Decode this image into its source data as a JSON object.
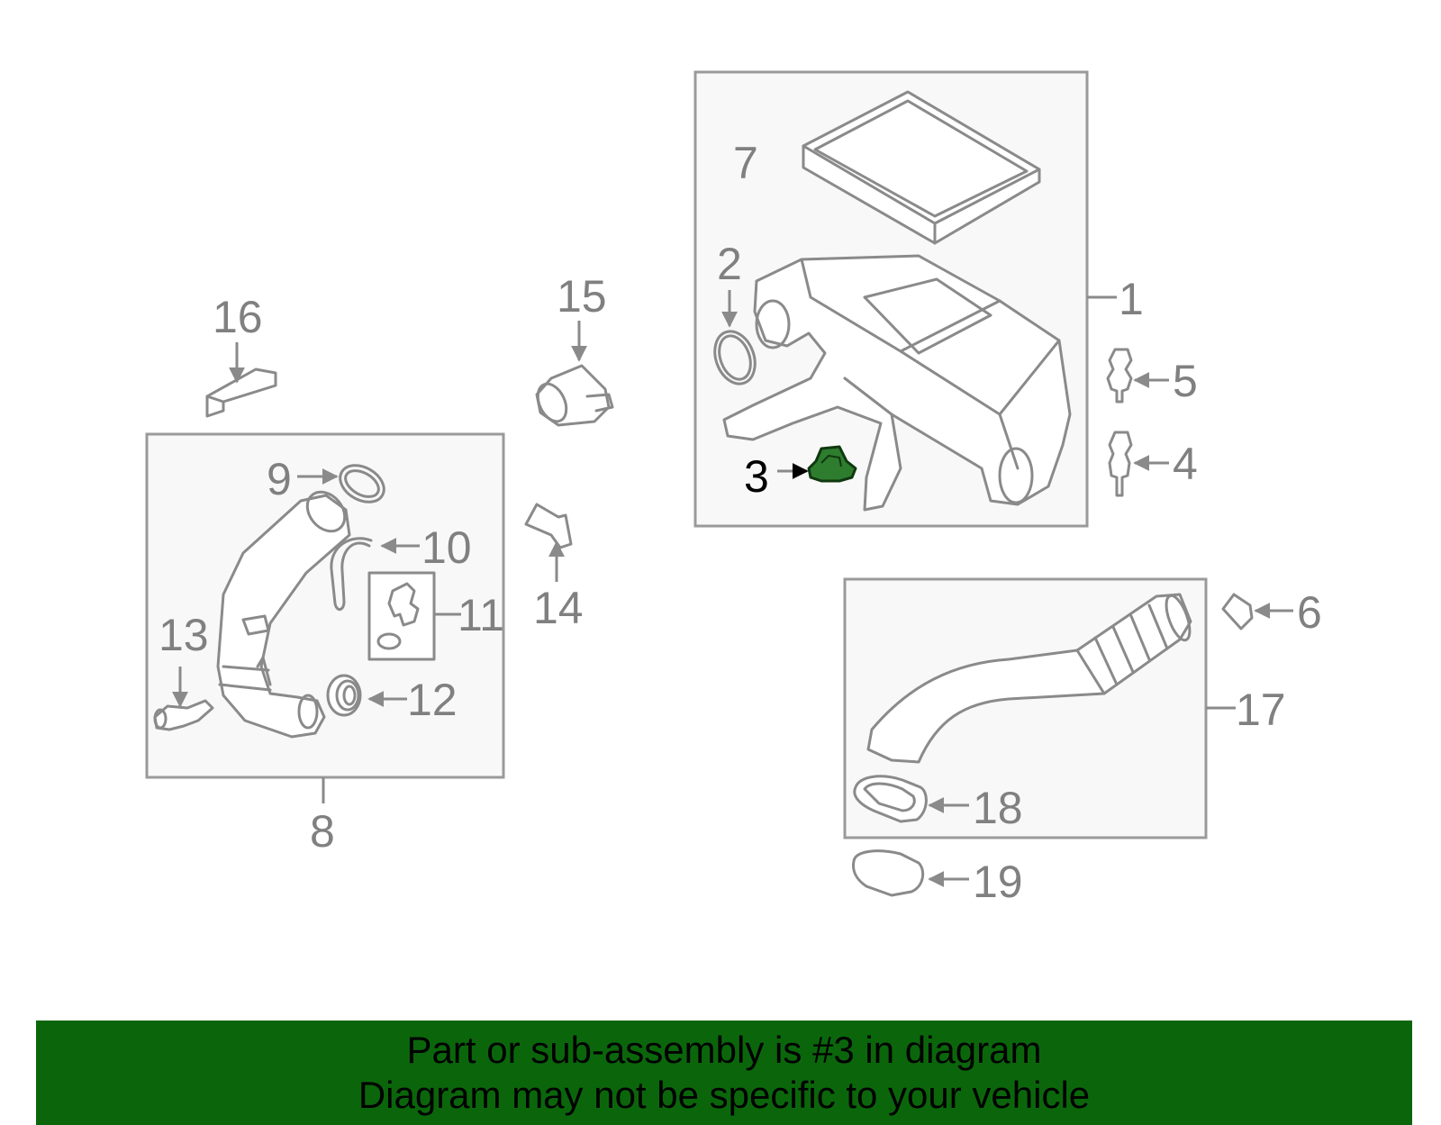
{
  "callouts": {
    "c1": "1",
    "c2": "2",
    "c3": "3",
    "c4": "4",
    "c5": "5",
    "c6": "6",
    "c7": "7",
    "c8": "8",
    "c9": "9",
    "c10": "10",
    "c11": "11",
    "c12": "12",
    "c13": "13",
    "c14": "14",
    "c15": "15",
    "c16": "16",
    "c17": "17",
    "c18": "18",
    "c19": "19"
  },
  "highlight_part": "3",
  "colors": {
    "banner": "#0b660b",
    "highlight_part": "#2e7d2e",
    "line_art": "#8a8a8a"
  },
  "banner": {
    "line1": "Part or sub-assembly is #3 in diagram",
    "line2": "Diagram may not be specific to your vehicle"
  }
}
